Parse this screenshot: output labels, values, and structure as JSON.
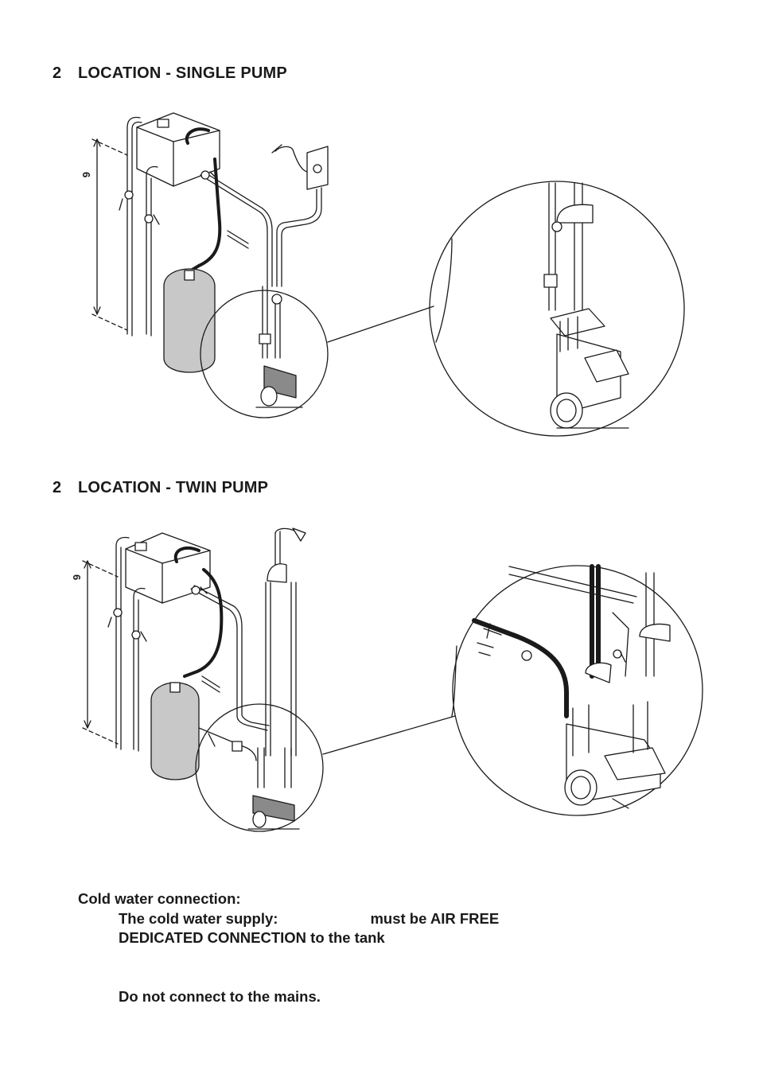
{
  "section1": {
    "number": "2",
    "title": "LOCATION - SINGLE PUMP",
    "dim_label": "6"
  },
  "section2": {
    "number": "2",
    "title": "LOCATION - TWIN PUMP",
    "dim_label": "6"
  },
  "notes": {
    "heading": "Cold water connection:",
    "supply_label": "The cold water supply:",
    "supply_value": "must be AIR FREE",
    "dedicated": "DEDICATED CONNECTION to the tank",
    "mains": "Do not connect to the mains."
  },
  "colors": {
    "ink": "#1a1a1a",
    "tank_fill": "#c8c8c8",
    "pump_fill": "#8a8a8a"
  }
}
